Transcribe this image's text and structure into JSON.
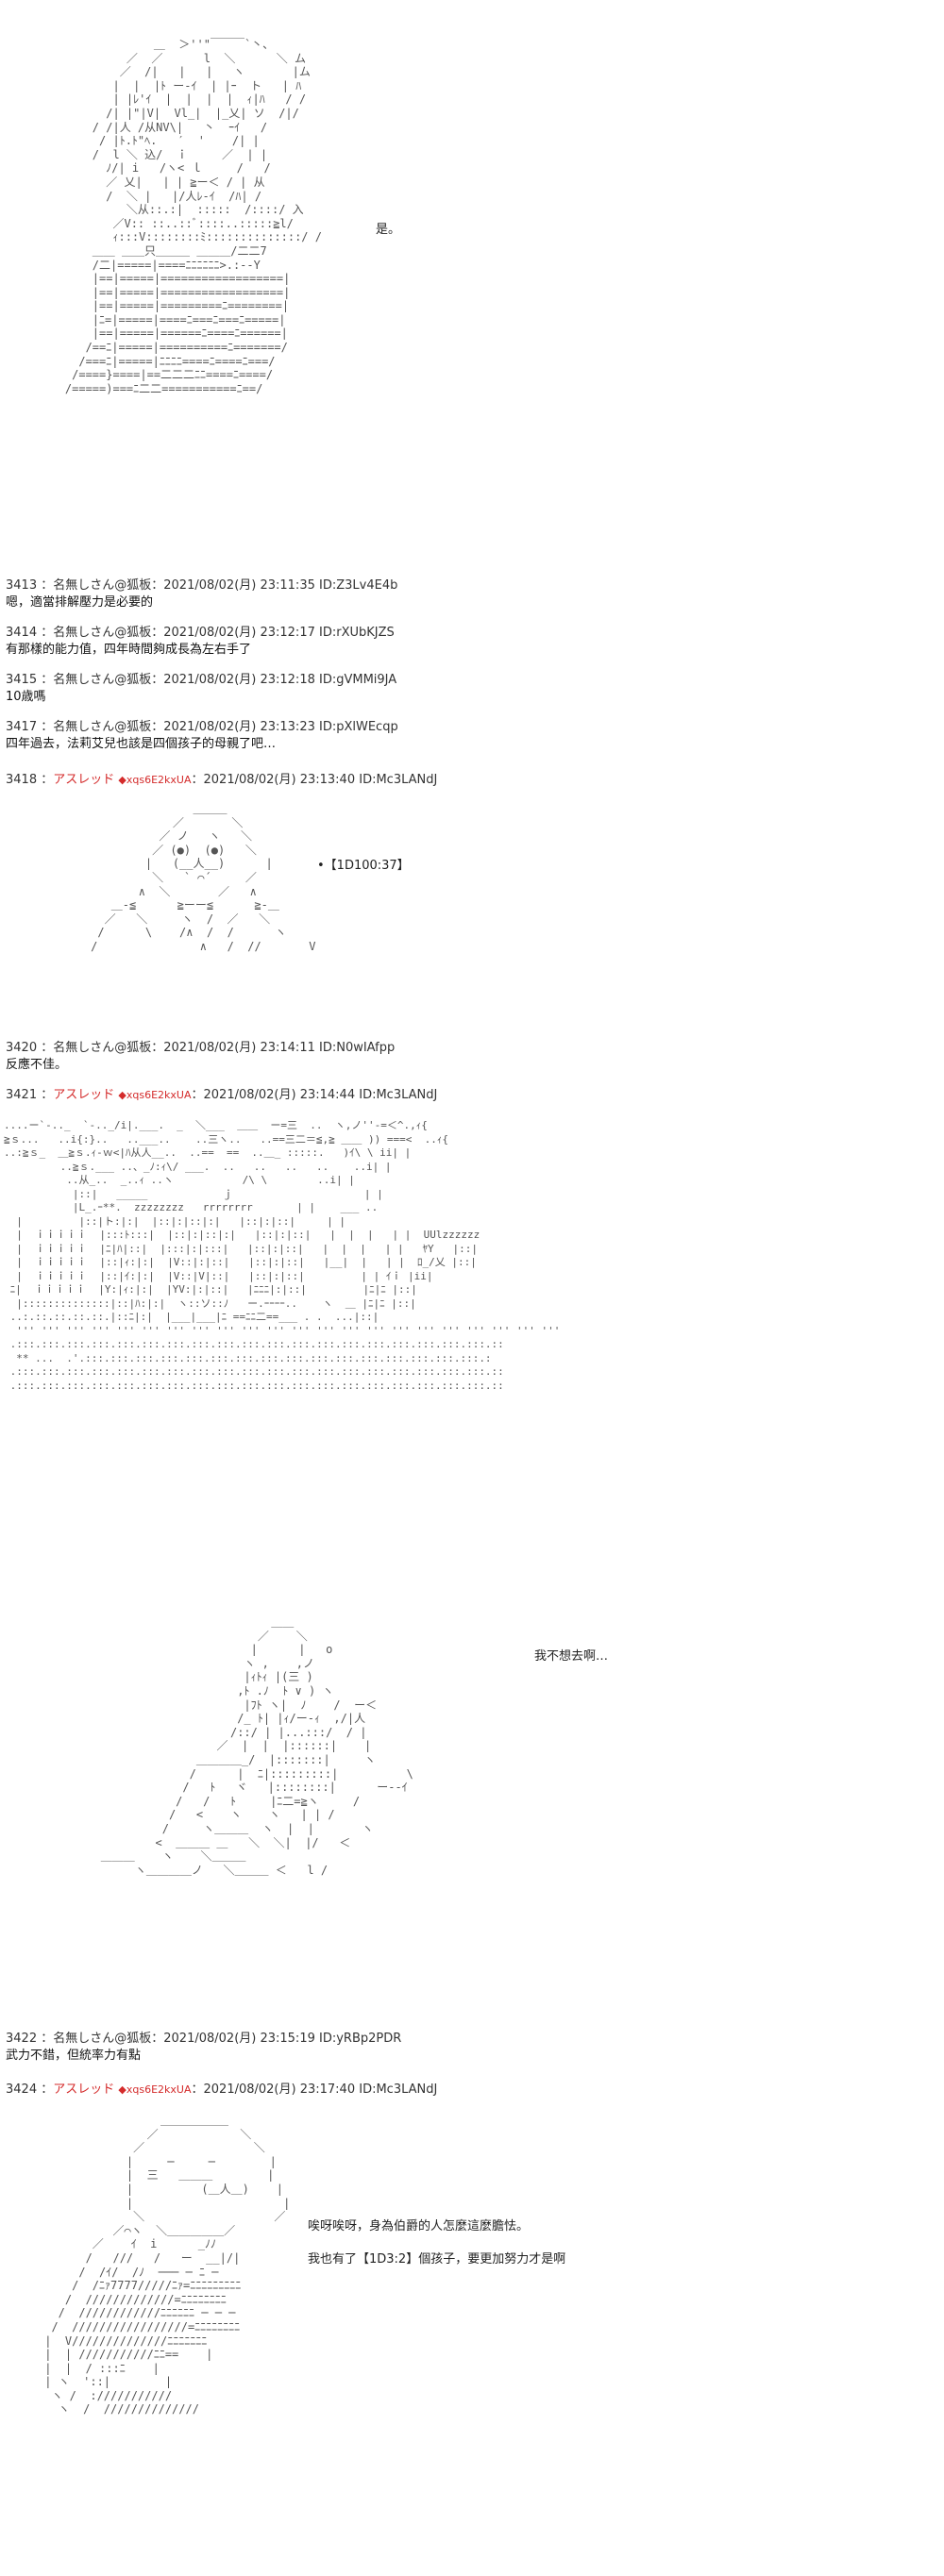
{
  "colors": {
    "author_name": "#d42b2b",
    "text": "#222222",
    "art": "#555555",
    "background": "#ffffff"
  },
  "art": {
    "girl": "                 ＿  ＞''\"￣￣￣`丶、\n             ／  ／      l  ＼      ＼ ム\n            ／  /|   |   |   ヽ       |ム\n           |  |  |ﾄ ー-ｲ  | |ｰ  ト   | ﾊ\n           | |ﾚ'ｲ  |  |  |  |  ｨ|ﾊ   / /\n          /| |\"|V|  Vl_|  |_乂| ソ  /|/\n        / /|人 /从NV\\|   丶  ｰｲ   /\n         / |ﾄ.ﾄ\"ﾍ.   ′  '    /| |\n        /  l ＼ 込/  ｉ     ／  | |\n          ﾉ/| i   /ヽ< ｌ     /   /\n          ／ 乂|   | | ≧ー＜ / | 从\n          /  ＼ |   |/人ﾚ-ｲ  /ﾊ| /\n             ＼从::.:|  :::::  /::::/ 入\n           ／V:: ::..::ﾞ::::..:::::≧l/\n           ｨ:::V::::::::ﾐ::::::::::::::/ /\n        ＿＿ ＿＿只＿＿＿ ＿＿＿/二二7\n        /二|=====|====ﾆﾆﾆﾆﾆﾆ>.:--Y\n        |==|=====|==================|\n        |==|=====|==================|\n        |==|=====|=========ﾆ========|\n        |ﾆ=|=====|====ﾆ===ﾆ===ﾆ=====|\n        |==|=====|======ﾆ====ﾆ======|\n       /==ﾆ|=====|==========ﾆ=======/\n      /===ﾆ|=====|ﾆﾆﾆﾆ====ﾆ====ﾆ===/\n     /====}====|==二二二ﾆﾆ====ﾆ====/\n    /=====)===ﾆ二二===========ﾆ==/",
    "face": "                    ＿＿＿\n                 ／       ＼\n               ／ ノ   ヽ   ＼\n              ／ (●)  (●)   ＼\n             |   (__人__)      |\n              ＼   ` ⌒´     ／\n            ∧  ＼       ／   ∧\n        ＿-≦      ≧ーー≦      ≧-＿\n       ／   ＼     ヽ  /  ／   ＼\n      /      \\    /∧  /  /      ヽ\n     /               ∧   /  //       V",
    "town": "....ー`-.._  `-.._/i|.___.  _  ＼___  ＿＿  ー=三  ..  ヽ,ノ''‐=＜^.,ｨ{\n≧ｓ...   ..i{:}..   ..___..    ..三ヽ..   ..==三二＝≦,≧ ＿＿ )) ===<  ..ｨ{\n..:≧ｓ_  ＿≧ｓ.ｨ-ｗ<|ﾊ从人__..  ..==  ==  ..＿_ :::::.   )ｲ\\ \\ ii| |\n         ..≧ｓ.___ ..、_ﾉ:ｨ\\/ ___.  ..   ..   ..   ..    ..i| |\n          ..从_..  _..ｨ ..ヽ           /\\ \\        ..i| |\n           |::|   _____            ｊ                     | |\n           |L_.ｰ**.  zzzzzzzz   rrrrrrrr       | |    ___ ..\n  |         |::|ト:|:|  |::|:|::|:|   |::|:|::|     | |\n  |  ｉｉｉｉｉ  |:::ﾄ:::|  |::|:|::|:|   |::|:|::|   |  |  |   | |  UUlzzzzzz\n  |  ｉｉｉｉｉ  |ﾆ|ﾊ|::|  |:::|:|:::|   |::|:|::|   |  |  |   | |   ﾔY   |::|\n  |  ｉｉｉｉｉ  |::|ｨ:|:|  |V::|:|::|   |::|:|::|   |__|  |   | |  ﾛ_/乂 |::|\n  |  ｉｉｉｉｉ  |::|ｲ:|:|  |V::|V|::|   |::|:|::|         | | ｲｉ |ii|\n ﾆ|  ｉｉｉｉｉ  |Y:|ｨ:|:|  |YV:|:|::|   |ﾆﾆﾆ|:|::|         |ﾆ|ﾆ |::|\n  |::::::::::::::|::|ﾊ:|:|  ヽ::ソ::ﾉ   ー.ｰｰｰｰ..    ヽ  ＿ |ﾆ|ﾆ |::|\n ..:.::.::.::.::.|::ﾆ|:|  |___|___|ﾆ ==ﾆﾆ二==___ . .  ...|::|\n  ''' ''' ''' ''' ''' ''' ''' ''' ''' ''' ''' ''' ''' ''' ''' ''' ''' ''' ''' ''' ''' '''\n .:::.:::.:::.:::.:::.:::.:::.:::.:::.:::.:::.:::.:::.:::.:::.:::.:::.:::.:::.::\n  ** ...  .'.:::.:::.:::.:::.:::.:::.:::.:::.:::.:::.:::.:::.:::.:::.:::.:::.:\n .:::.:::.:::.:::.:::.:::.:::.:::.:::.:::.:::.:::.:::.:::.:::.:::.:::.:::.:::.::\n .:::.:::.:::.:::.:::.:::.:::.:::.:::.:::.:::.:::.:::.:::.:::.:::.:::.:::.:::.::",
    "knight": "                                     ＿＿\n                                   ／    ＼\n                                  |      |   o\n                                 ヽ ,    ,ノ\n                                 |ｨﾄｨ |(三 )\n                                ,ﾄ .ﾉ  ﾄ ∨ ) ヽ\n                                 |ﾌﾄ ヽ|  ﾉ    /  ー＜\n                                /_ ﾄ| |ｨ/ー-ｨ  ,/|人\n                               /::/ | |...:::/  / |\n                             ／  |  |  |::::::|    |\n                          ＿＿＿＿_/  |:::::::|     ヽ\n                         /      |  ﾆ|:::::::::|          \\\n                        /   ﾄ   ヾ   |::::::::|      ー--ｲ\n                       /   /   ﾄ     |ﾆ二=≧ヽ     /\n                      /   <    ヽ    ヽ   | | /\n                     /     ヽ＿＿＿  ヽ  |  |       ヽ\n                    <  ＿＿＿ ＿   ＼  ＼|  |/   ＜\n            ＿＿＿    ヽ    ＼＿＿＿\n                 ヽ＿＿＿＿ノ   ＼＿＿＿ ＜   l /",
    "lord": "                  ＿＿＿＿＿＿\n                ／            ＼\n              ／                ＼\n             |     ─     ─        |\n             |  三   ＿＿＿        |\n             |          (＿人＿)    |\n             |                      |\n              ＼                   ／\n           ／⌒ヽ  ＼＿＿＿＿＿／\n        ／    ｲ  i      _ﾉﾉ\n       /   ///   /   ー  __|/|\n      /  /ｲ/  /ﾉ  ─── ─ ﾆ ─\n     /  /ﾆｧ7777/////ﾆｧ=ﾆﾆﾆﾆﾆﾆﾆﾆﾆ\n    /  /////////////=ﾆﾆﾆﾆﾆﾆﾆﾆ\n   /  ////////////ﾆﾆﾆﾆﾆﾆ ─ ─ ─\n  /  /////////////////=ﾆﾆﾆﾆﾆﾆﾆﾆ\n |  V//////////////ﾆﾆﾆﾆﾆﾆﾆ\n |  | ///////////ﾆﾆ==    |\n |  |  / :::ﾆ    |\n | ヽ  '::|        |\n  ヽ /  :///////////\n   ヽ  /  //////////////"
  },
  "speech": {
    "girl_line": "是。",
    "dice1": "•【1D100:37】",
    "knight_line": "我不想去啊…",
    "lord_line1": "唉呀唉呀，身為伯爵的人怎麼這麼膽怯。",
    "lord_line2": "我也有了【1D3:2】個孩子，要更加努力才是啊"
  },
  "posts": [
    {
      "no": "3413",
      "name": "名無しさん@狐板",
      "ts": "2021/08/02(月) 23:11:35",
      "id": "ID:Z3Lv4E4b",
      "body": "嗯，適當排解壓力是必要的"
    },
    {
      "no": "3414",
      "name": "名無しさん@狐板",
      "ts": "2021/08/02(月) 23:12:17",
      "id": "ID:rXUbKJZS",
      "body": "有那樣的能力值，四年時間夠成長為左右手了"
    },
    {
      "no": "3415",
      "name": "名無しさん@狐板",
      "ts": "2021/08/02(月) 23:12:18",
      "id": "ID:gVMMi9JA",
      "body": "10歳嗎"
    },
    {
      "no": "3417",
      "name": "名無しさん@狐板",
      "ts": "2021/08/02(月) 23:13:23",
      "id": "ID:pXlWEcqp",
      "body": "四年過去，法莉艾兒也該是四個孩子的母親了吧…"
    },
    {
      "no": "3418",
      "name": "アスレッド",
      "trip": "◆xqs6E2kxUA",
      "ts": "2021/08/02(月) 23:13:40",
      "id": "ID:Mc3LANdJ"
    },
    {
      "no": "3420",
      "name": "名無しさん@狐板",
      "ts": "2021/08/02(月) 23:14:11",
      "id": "ID:N0wIAfpp",
      "body": "反應不佳。"
    },
    {
      "no": "3421",
      "name": "アスレッド",
      "trip": "◆xqs6E2kxUA",
      "ts": "2021/08/02(月) 23:14:44",
      "id": "ID:Mc3LANdJ"
    },
    {
      "no": "3422",
      "name": "名無しさん@狐板",
      "ts": "2021/08/02(月) 23:15:19",
      "id": "ID:yRBp2PDR",
      "body": "武力不錯，但統率力有點"
    },
    {
      "no": "3424",
      "name": "アスレッド",
      "trip": "◆xqs6E2kxUA",
      "ts": "2021/08/02(月) 23:17:40",
      "id": "ID:Mc3LANdJ"
    }
  ]
}
